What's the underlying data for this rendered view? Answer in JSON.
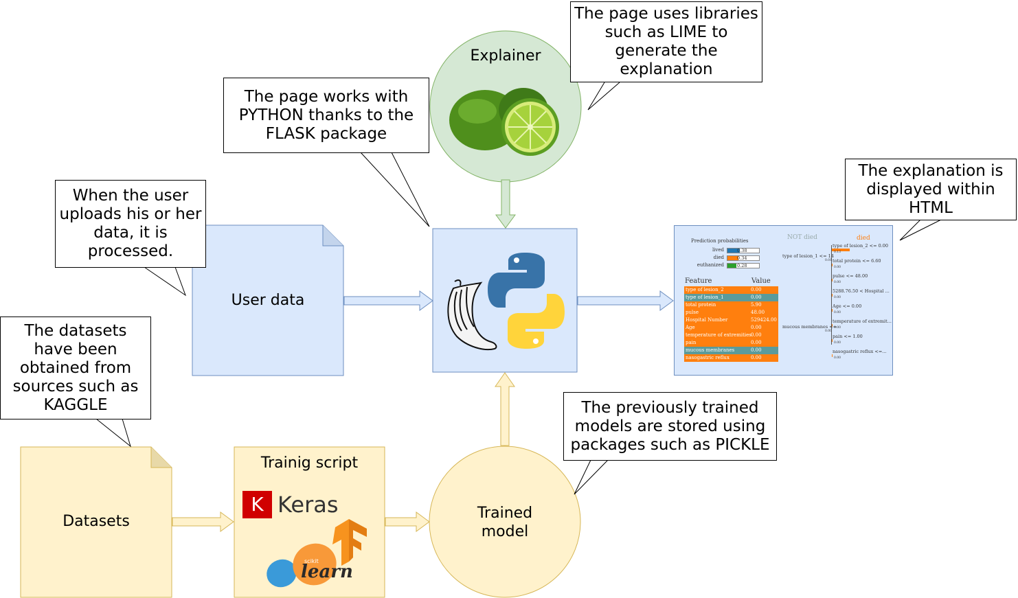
{
  "colors": {
    "blue_fill": "#dae8fc",
    "blue_stroke": "#6c8ebf",
    "yellow_fill": "#fff2cc",
    "yellow_stroke": "#d6b656",
    "green_fill": "#d5e8d4",
    "green_stroke": "#82b366",
    "lime_orange": "#ff7f0e",
    "lime_teal": "#5b9b9b",
    "lime_blue": "#1f77b4",
    "lime_green": "#2ca02c"
  },
  "nodes": {
    "explainer": "Explainer",
    "user_data": "User data",
    "datasets": "Datasets",
    "training_script": "Trainig script",
    "trained_model": "Trained\nmodel"
  },
  "callouts": {
    "lime": "The page uses libraries\nsuch as LIME to\ngenerate the\nexplanation",
    "flask": "The page works with\nPYTHON thanks to the\nFLASK package",
    "upload": "When the user\nuploads his or her\ndata, it is\nprocessed.",
    "html": "The explanation is\ndisplayed within\nHTML",
    "datasets": "The datasets\nhave been\nobtained from\nsources such as\nKAGGLE",
    "pickle": "The previously trained\nmodels are stored using\npackages such as PICKLE"
  },
  "logos": {
    "keras": "Keras",
    "keras_k": "K",
    "sklearn_small": "scikit",
    "sklearn_big": "learn",
    "icons": [
      "lime-fruit-icon",
      "python-logo-icon",
      "flask-horn-icon",
      "tensorflow-logo-icon",
      "sklearn-logo-icon",
      "keras-logo-icon"
    ]
  },
  "lime_panel": {
    "prediction_title": "Prediction probabilities",
    "probabilities": [
      {
        "label": "lived",
        "value": "0.38",
        "fraction": 0.38
      },
      {
        "label": "died",
        "value": "0.34",
        "fraction": 0.34
      },
      {
        "label": "euthanized",
        "value": "0.28",
        "fraction": 0.28
      }
    ],
    "not_label": "NOT died",
    "yes_label": "died",
    "feature_header": "Feature",
    "value_header": "Value",
    "features": [
      {
        "name": "type of lesion_2",
        "value": "0.00",
        "color": "orange"
      },
      {
        "name": "type of lesion_1",
        "value": "0.00",
        "color": "teal"
      },
      {
        "name": "total protein",
        "value": "5.90",
        "color": "orange"
      },
      {
        "name": "pulse",
        "value": "48.00",
        "color": "orange"
      },
      {
        "name": "Hospital Number",
        "value": "529424.00",
        "color": "orange"
      },
      {
        "name": "Age",
        "value": "0.00",
        "color": "orange"
      },
      {
        "name": "temperature of extremities",
        "value": "0.00",
        "color": "orange"
      },
      {
        "name": "pain",
        "value": "0.00",
        "color": "orange"
      },
      {
        "name": "mucous membranes",
        "value": "0.00",
        "color": "teal"
      },
      {
        "name": "nasogastric reflux",
        "value": "0.00",
        "color": "orange"
      }
    ],
    "right_conditions": [
      "type of lesion_2 <= 0.00",
      "total protein <= 6.60",
      "pulse <= 48.00",
      "5288.76.50 < Hospital ...",
      "Age <= 0.00",
      "temperature of extremit...",
      "pain <= 1.00",
      "nasogastric reflux <=..."
    ],
    "right_values": [
      "0.13",
      "0.00",
      "0.00",
      "0.00",
      "0.00",
      "0.00",
      "0.00",
      "0.00"
    ],
    "left_conditions": [
      "type of lesion_1 <= 14",
      "mucous membranes <="
    ],
    "left_values": [
      "0.01",
      "0.00"
    ]
  }
}
